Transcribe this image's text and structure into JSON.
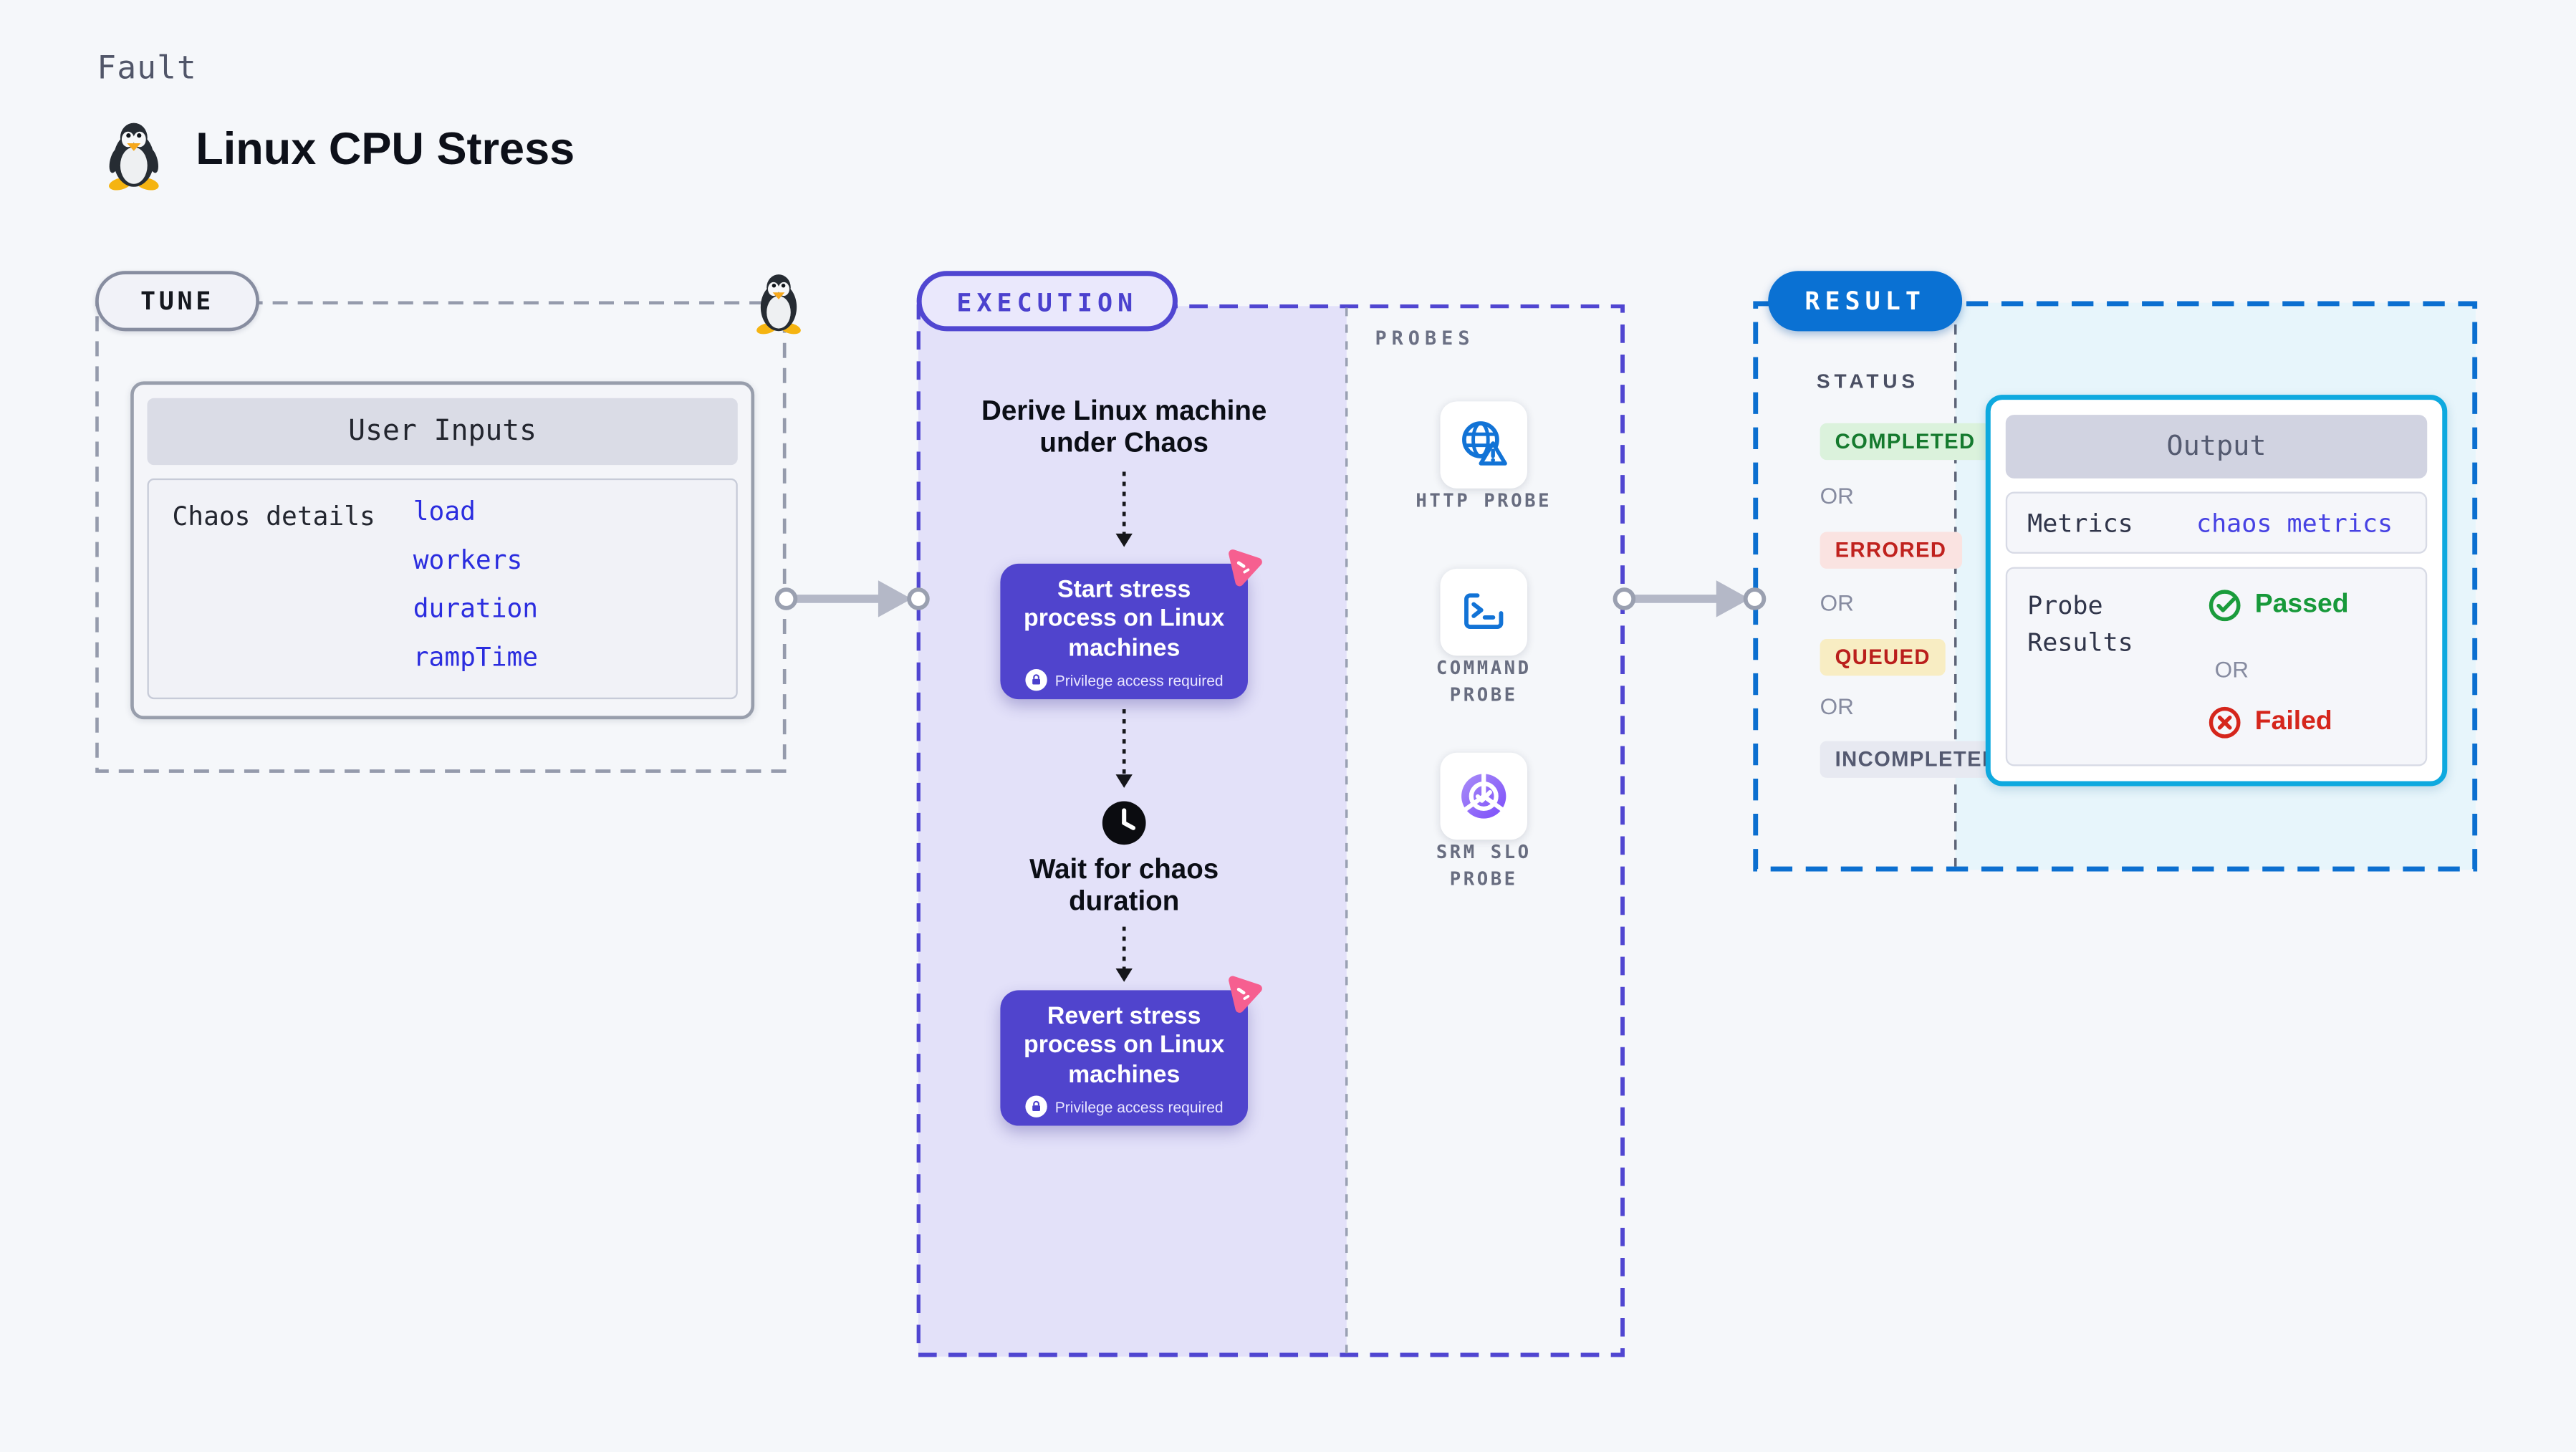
{
  "header": {
    "kind": "Fault",
    "title": "Linux CPU Stress"
  },
  "tune": {
    "pill": "TUNE",
    "card_header": "User Inputs",
    "row_label": "Chaos details",
    "links": [
      "load",
      "workers",
      "duration",
      "rampTime"
    ]
  },
  "execution": {
    "pill": "EXECUTION",
    "derive_label": "Derive Linux machine under Chaos",
    "start_step": {
      "title": "Start stress process on Linux machines",
      "badge": "Privilege access required"
    },
    "wait_label": "Wait for chaos duration",
    "revert_step": {
      "title": "Revert stress process on Linux machines",
      "badge": "Privilege access required"
    },
    "probes": {
      "header": "PROBES",
      "items": [
        {
          "label": "HTTP PROBE",
          "icon": "globe-warning-icon"
        },
        {
          "label": "COMMAND PROBE",
          "icon": "terminal-icon"
        },
        {
          "label": "SRM SLO PROBE",
          "icon": "slo-donut-check-icon"
        }
      ]
    }
  },
  "result": {
    "pill": "RESULT",
    "status": {
      "header": "STATUS",
      "or": "OR",
      "badges": [
        {
          "label": "COMPLETED",
          "bg": "#dbf2dc",
          "color": "#157a2e"
        },
        {
          "label": "ERRORED",
          "bg": "#fae3e1",
          "color": "#c0221e"
        },
        {
          "label": "QUEUED",
          "bg": "#f8edc3",
          "color": "#ba1f1c"
        },
        {
          "label": "INCOMPLETED",
          "bg": "#e7e9f1",
          "color": "#545970"
        }
      ]
    },
    "output": {
      "header": "Output",
      "metrics_label": "Metrics",
      "metrics_value": "chaos metrics",
      "probe_results_label": "Probe Results",
      "passed": "Passed",
      "or": "OR",
      "failed": "Failed"
    }
  },
  "colors": {
    "page_bg": "#f5f7fa",
    "execution_fill": "#e3e1f9",
    "execution_border": "#5046d1",
    "step_card": "#5044cd",
    "chaos_badge_pink": "#f65f90",
    "tune_border": "#959bac",
    "result_border": "#0b6fd0",
    "result_pill": "#0a71d3",
    "output_border": "#0ea9df",
    "output_panel_bg": "#e7f5fb",
    "link_blue": "#2b2ddf",
    "metrics_link": "#4742e3",
    "passed_green": "#17993a",
    "failed_red": "#d5261c",
    "probe_icon_blue": "#1273d6",
    "slo_purple": "#7c4dfa"
  }
}
